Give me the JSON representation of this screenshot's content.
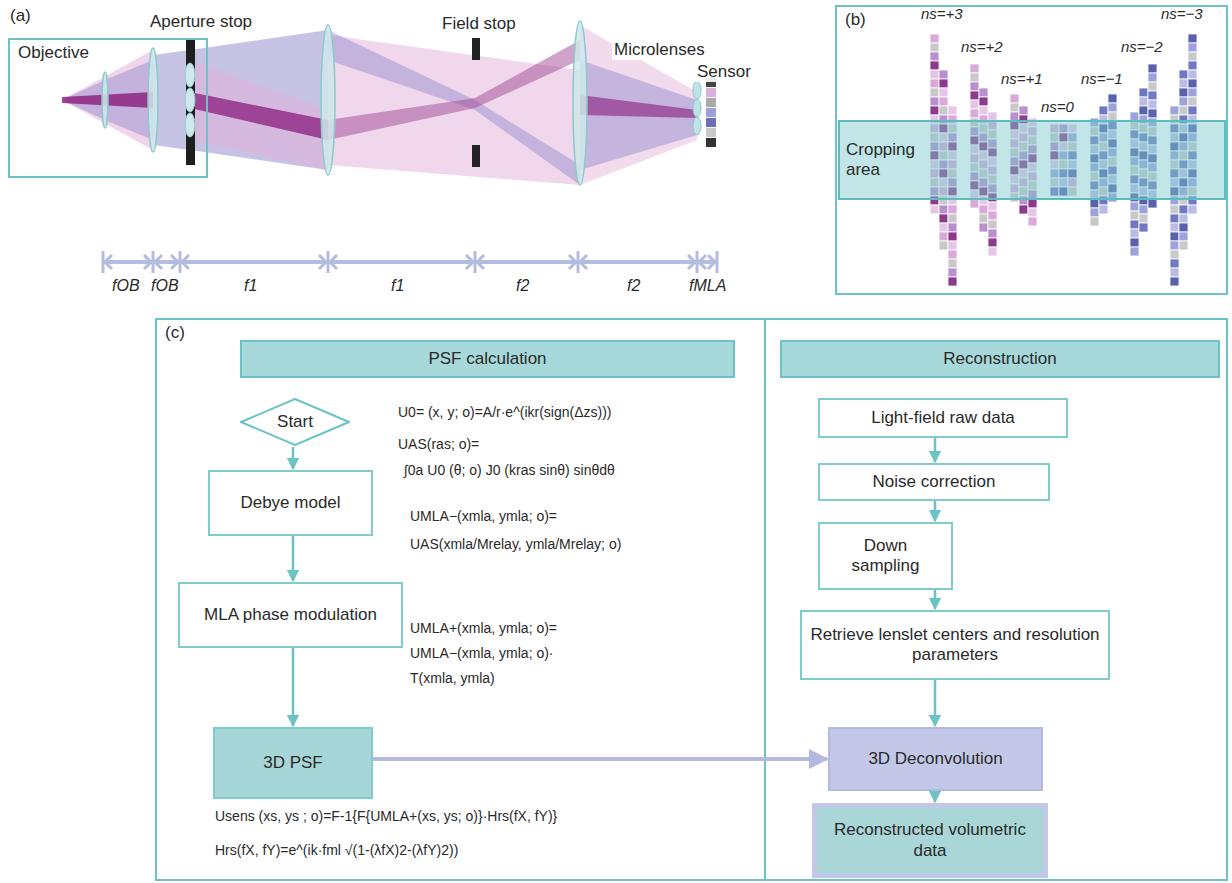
{
  "diagram": {
    "nodes": [
      {
        "text": [
          "Objective"
        ]
      },
      {
        "text": [
          "(b)"
        ]
      },
      {
        "text": [
          "Cropping area"
        ],
        "in": 1
      },
      {
        "text": [
          "(c)"
        ]
      },
      {
        "text": [
          "PSF calculation"
        ],
        "in": 3
      },
      {
        "text": [
          "Start"
        ],
        "in": 3
      },
      {
        "text": [
          "Debye model"
        ],
        "in": 3
      },
      {
        "text": [
          "MLA phase modulation"
        ],
        "in": 3
      },
      {
        "text": [
          "3D PSF"
        ],
        "in": 3
      },
      {
        "text": [
          "Reconstruction"
        ],
        "in": 3
      },
      {
        "text": [
          "Light-field raw data"
        ],
        "in": 3
      },
      {
        "text": [
          "Noise correction"
        ],
        "in": 3
      },
      {
        "text": [
          "Down sampling"
        ],
        "in": 3
      },
      {
        "text": [
          "Retrieve lenslet centers and resolution parameters"
        ],
        "in": 3
      },
      {
        "text": [
          "3D Deconvolution"
        ],
        "in": 3
      },
      {
        "text": [
          "Reconstructed volumetric data"
        ],
        "in": 3
      }
    ],
    "edges": [
      {
        "from": 5,
        "to": 6,
        "arrow": "to"
      },
      {
        "from": 6,
        "to": 7,
        "arrow": "to"
      },
      {
        "from": 7,
        "to": 8,
        "arrow": "to"
      },
      {
        "from": 8,
        "to": 14,
        "arrow": "to"
      },
      {
        "from": 10,
        "to": 11,
        "arrow": "to"
      },
      {
        "from": 11,
        "to": 12,
        "arrow": "to"
      },
      {
        "from": 12,
        "to": 13,
        "arrow": "to"
      },
      {
        "from": 13,
        "to": 14,
        "arrow": "to"
      },
      {
        "from": 14,
        "to": 15,
        "arrow": "to"
      }
    ],
    "labels": [
      "(a)",
      "Aperture stop",
      "Field stop",
      "Microlenses",
      "Sensor",
      "fOB",
      "fOB",
      "f1",
      "f1",
      "f2",
      "f2",
      "fMLA",
      "ns=+3",
      "ns=+2",
      "ns=+1",
      "ns=0",
      "ns=−1",
      "ns=−2",
      "ns=−3",
      "U0= (x, y; o)=A/r·e^(ikr(sign(Δzs)))",
      "UAS(ras; o)=",
      "∫0a U0 (θ; o) J0 (kras sinθ) sinθdθ",
      "UMLA−(xmla, ymla; o)=",
      "UAS(xmla/Mrelay, ymla/Mrelay; o)",
      "UMLA+(xmla, ymla; o)=",
      "UMLA−(xmla, ymla; o)·",
      "T(xmla, ymla)",
      "Usens (xs, ys ; o)=F-1{F{UMLA+(xs, ys; o)}·Hrs(fX, fY)}",
      "Hrs(fX, fY)=e^(ik·fml √(1-(λfX)2-(λfY)2))"
    ]
  }
}
